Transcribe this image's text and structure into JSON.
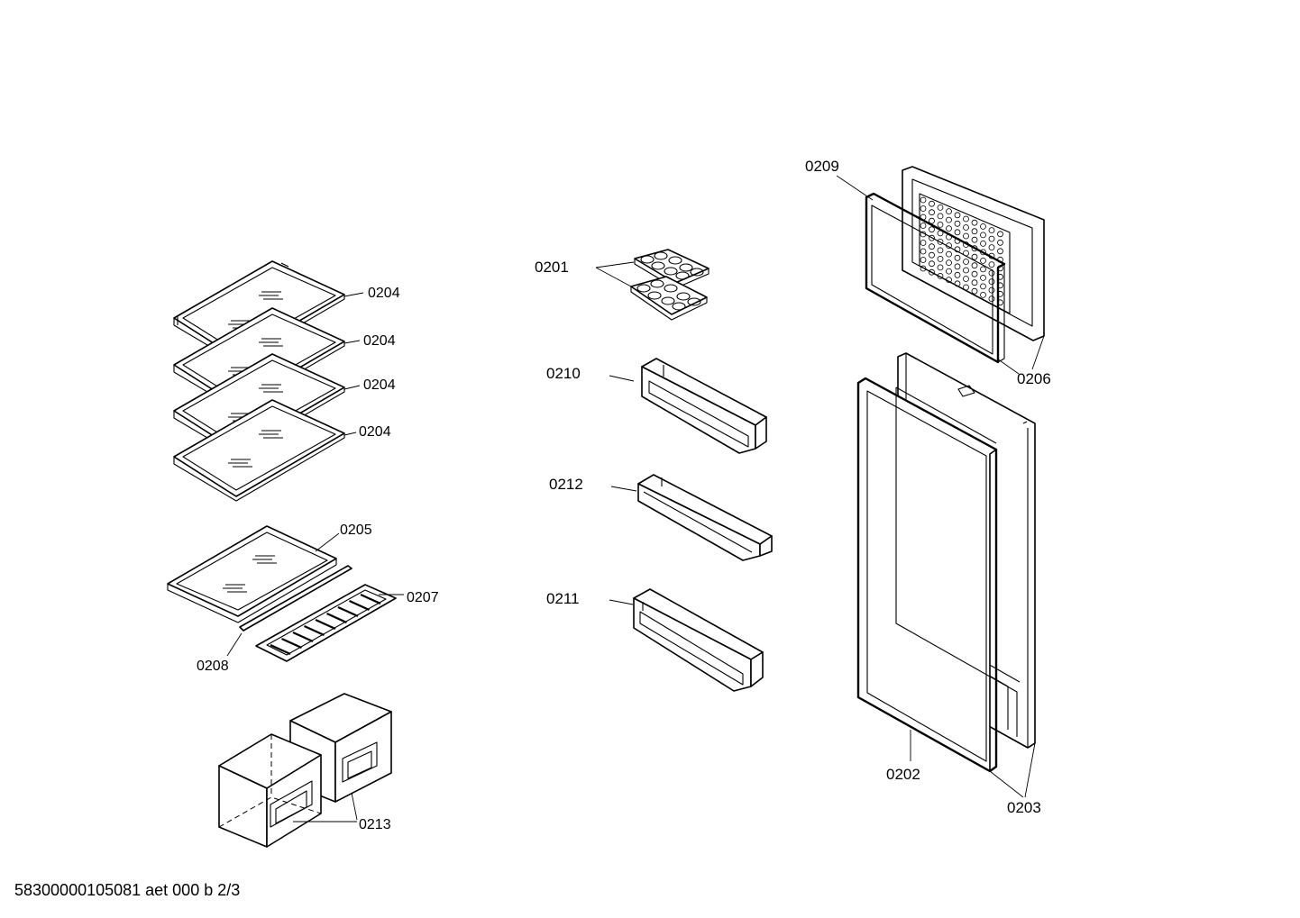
{
  "labels": {
    "l0204a": "0204",
    "l0204b": "0204",
    "l0204c": "0204",
    "l0204d": "0204",
    "l0205": "0205",
    "l0207": "0207",
    "l0208": "0208",
    "l0213": "0213",
    "l0201": "0201",
    "l0210": "0210",
    "l0212": "0212",
    "l0211": "0211",
    "l0209": "0209",
    "l0206": "0206",
    "l0202": "0202",
    "l0203": "0203"
  },
  "footer": "58300000105081 aet 000 b 2/3"
}
